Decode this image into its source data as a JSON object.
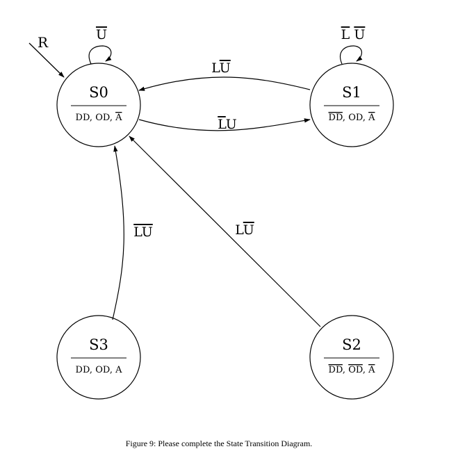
{
  "diagram": {
    "reset_label": "R",
    "states": [
      {
        "id": "S0",
        "name": "S0",
        "outputs": [
          {
            "text": "DD",
            "bar": false
          },
          {
            "text": "OD",
            "bar": false
          },
          {
            "text": "A",
            "bar": true
          }
        ]
      },
      {
        "id": "S1",
        "name": "S1",
        "outputs": [
          {
            "text": "DD",
            "bar": true
          },
          {
            "text": "OD",
            "bar": false
          },
          {
            "text": "A",
            "bar": true
          }
        ]
      },
      {
        "id": "S2",
        "name": "S2",
        "outputs": [
          {
            "text": "DD",
            "bar": true
          },
          {
            "text": "OD",
            "bar": true
          },
          {
            "text": "A",
            "bar": true
          }
        ]
      },
      {
        "id": "S3",
        "name": "S3",
        "outputs": [
          {
            "text": "DD",
            "bar": false
          },
          {
            "text": "OD",
            "bar": false
          },
          {
            "text": "A",
            "bar": false
          }
        ]
      }
    ],
    "transitions": [
      {
        "id": "s0-self",
        "from": "S0",
        "to": "S0",
        "label": [
          {
            "text": "U",
            "bar": true
          }
        ]
      },
      {
        "id": "s1-self",
        "from": "S1",
        "to": "S1",
        "label": [
          {
            "text": "L",
            "bar": true
          },
          {
            "text": " ",
            "bar": false
          },
          {
            "text": "U",
            "bar": true
          }
        ]
      },
      {
        "id": "s1-s0",
        "from": "S1",
        "to": "S0",
        "label": [
          {
            "text": "L",
            "bar": false
          },
          {
            "text": "U",
            "bar": true
          }
        ]
      },
      {
        "id": "s0-s1",
        "from": "S0",
        "to": "S1",
        "label": [
          {
            "text": "L",
            "bar": true
          },
          {
            "text": "U",
            "bar": false
          }
        ]
      },
      {
        "id": "s3-s0",
        "from": "S3",
        "to": "S0",
        "label": [
          {
            "text": "LU",
            "bar": true
          }
        ]
      },
      {
        "id": "s2-s0",
        "from": "S2",
        "to": "S0",
        "label": [
          {
            "text": "L",
            "bar": false
          },
          {
            "text": "U",
            "bar": true
          }
        ]
      }
    ]
  },
  "caption": "Figure 9: Please complete the State Transition Diagram."
}
